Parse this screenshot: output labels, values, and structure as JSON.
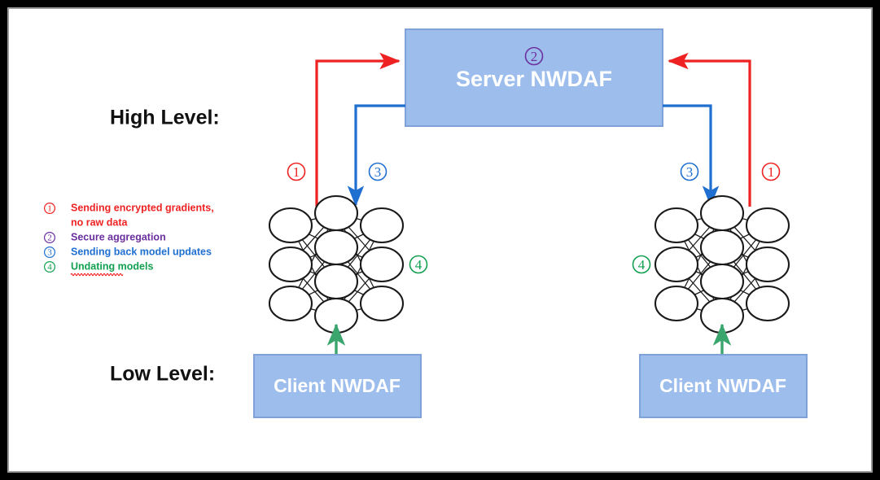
{
  "frame": {
    "border_color": "#000000",
    "inner_border_color": "#9a9a9a",
    "background": "#ffffff"
  },
  "colors": {
    "box_fill": "#9dbeec",
    "box_stroke": "#7fa3d8",
    "box_text": "#ffffff",
    "red": "#ee2222",
    "blue": "#1f6fd0",
    "purple": "#6b2f9e",
    "green": "#12a050",
    "green_arrow": "#3aa56d",
    "node_stroke": "#1a1a1a",
    "label_text": "#111111"
  },
  "levels": {
    "high": "High Level:",
    "low": "Low Level:"
  },
  "server": {
    "label": "Server NWDAF",
    "marker": "②"
  },
  "clients": [
    {
      "label": "Client NWDAF"
    },
    {
      "label": "Client NWDAF"
    }
  ],
  "flow_markers": {
    "left_upload": "①",
    "left_download": "③",
    "left_update": "④",
    "right_upload": "①",
    "right_download": "③",
    "right_update": "④"
  },
  "legend": {
    "items": [
      {
        "marker": "①",
        "color": "#ee2222",
        "line1": "Sending encrypted gradients,",
        "line2": "no raw data",
        "misspelled": false
      },
      {
        "marker": "②",
        "color": "#6b2f9e",
        "line1": "Secure aggregation",
        "line2": "",
        "misspelled": false
      },
      {
        "marker": "③",
        "color": "#1f6fd0",
        "line1": "Sending back model updates",
        "line2": "",
        "misspelled": false
      },
      {
        "marker": "④",
        "color": "#12a050",
        "line1": "Undating models",
        "line2": "",
        "misspelled": true
      }
    ]
  },
  "network": {
    "layers": [
      3,
      4,
      3
    ],
    "description": "fully-connected 3-4-3 neural network"
  }
}
